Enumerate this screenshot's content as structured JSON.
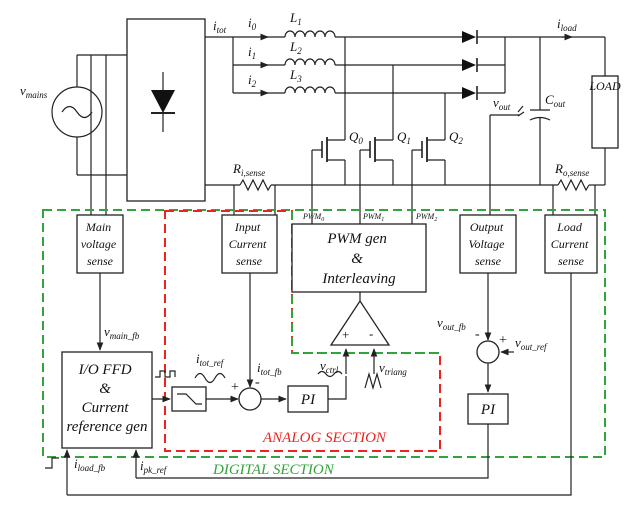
{
  "labels": {
    "v_mains": "v",
    "v_mains_sub": "mains",
    "i_tot": "i",
    "i_tot_sub": "tot",
    "i0": "i",
    "i0_sub": "0",
    "i1": "i",
    "i1_sub": "1",
    "i2": "i",
    "i2_sub": "2",
    "L1": "L",
    "L1_sub": "1",
    "L2": "L",
    "L2_sub": "2",
    "L3": "L",
    "L3_sub": "3",
    "i_load": "i",
    "i_load_sub": "load",
    "C_out": "C",
    "C_out_sub": "out",
    "v_out": "v",
    "v_out_sub": "out",
    "Q0": "Q",
    "Q0_sub": "0",
    "Q1": "Q",
    "Q1_sub": "1",
    "Q2": "Q",
    "Q2_sub": "2",
    "R_isense": "R",
    "R_isense_sub": "i,sense",
    "R_osense": "R",
    "R_osense_sub": "o,sense",
    "PWM0": "PWM",
    "PWM0_sub": "0",
    "PWM1": "PWM",
    "PWM1_sub": "1",
    "PWM2": "PWM",
    "PWM2_sub": "2",
    "v_main_fb": "v",
    "v_main_fb_sub": "main_fb",
    "i_tot_ref": "i",
    "i_tot_ref_sub": "tot_ref",
    "i_tot_fb": "i",
    "i_tot_fb_sub": "tot_fb",
    "v_ctrl": "v",
    "v_ctrl_sub": "ctrl",
    "v_triang": "v",
    "v_triang_sub": "triang",
    "v_out_fb": "v",
    "v_out_fb_sub": "out_fb",
    "v_out_ref": "v",
    "v_out_ref_sub": "out_ref",
    "i_load_fb": "i",
    "i_load_fb_sub": "load_fb",
    "i_pk_ref": "i",
    "i_pk_ref_sub": "pk_ref",
    "plus": "+",
    "minus": "-"
  },
  "blocks": {
    "load": "LOAD",
    "main_voltage_sense": [
      "Main",
      "voltage",
      "sense"
    ],
    "input_current_sense": [
      "Input",
      "Current",
      "sense"
    ],
    "pwm_gen": [
      "PWM gen",
      "&",
      "Interleaving"
    ],
    "output_voltage_sense": [
      "Output",
      "Voltage",
      "sense"
    ],
    "load_current_sense": [
      "Load",
      "Current",
      "sense"
    ],
    "io_ffd": [
      "I/O FFD",
      "&",
      "Current",
      "reference gen"
    ],
    "pi_analog": "PI",
    "pi_digital": "PI"
  },
  "sections": {
    "analog": "ANALOG SECTION",
    "digital": "DIGITAL SECTION"
  },
  "colors": {
    "analog": "#e8261f",
    "digital": "#33a33b",
    "wire": "#222222"
  }
}
